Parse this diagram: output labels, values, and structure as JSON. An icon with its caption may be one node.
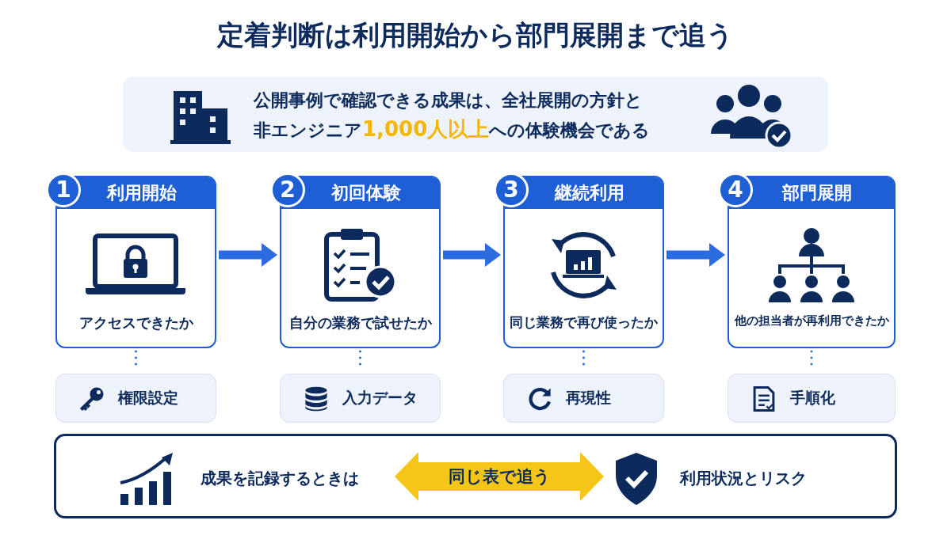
{
  "diagram": {
    "title": "定着判断は利用開始から部門展開まで追う",
    "nodes": [
      {
        "text": [
          "公開事例で確認できる成果は、全社展開の方針と非エンジニア**1,000人以上**への体験機会である"
        ]
      },
      {
        "text": [
          "1",
          "利用開始",
          "アクセスできたか"
        ]
      },
      {
        "text": [
          "2",
          "初回体験",
          "自分の業務で試せたか"
        ]
      },
      {
        "text": [
          "3",
          "継続利用",
          "同じ業務で再び使ったか"
        ]
      },
      {
        "text": [
          "4",
          "部門展開",
          "他の担当者が再利用できたか"
        ]
      },
      {
        "text": [
          "権限設定"
        ]
      },
      {
        "text": [
          "入力データ"
        ]
      },
      {
        "text": [
          "再現性"
        ]
      },
      {
        "text": [
          "手順化"
        ]
      },
      {
        "text": [],
        "shape": "box"
      },
      {
        "text": [
          "成果を記録するときは"
        ],
        "in": 9
      },
      {
        "text": [
          "利用状況とリスク"
        ],
        "in": 9
      }
    ],
    "edges": [
      {
        "from": 1,
        "to": 2,
        "arrow": "to",
        "style": "thick"
      },
      {
        "from": 2,
        "to": 3,
        "arrow": "to",
        "style": "thick"
      },
      {
        "from": 3,
        "to": 4,
        "arrow": "to",
        "style": "thick"
      },
      {
        "from": 1,
        "to": 5,
        "arrow": "none",
        "style": "dashed"
      },
      {
        "from": 2,
        "to": 6,
        "arrow": "none",
        "style": "dashed"
      },
      {
        "from": 3,
        "to": 7,
        "arrow": "none",
        "style": "dashed"
      },
      {
        "from": 4,
        "to": 8,
        "arrow": "none",
        "style": "dashed"
      },
      {
        "from": 10,
        "to": 11,
        "arrow": "both",
        "label": "同じ表で追う",
        "style": "thick",
        "color": "#f5c518"
      }
    ]
  }
}
